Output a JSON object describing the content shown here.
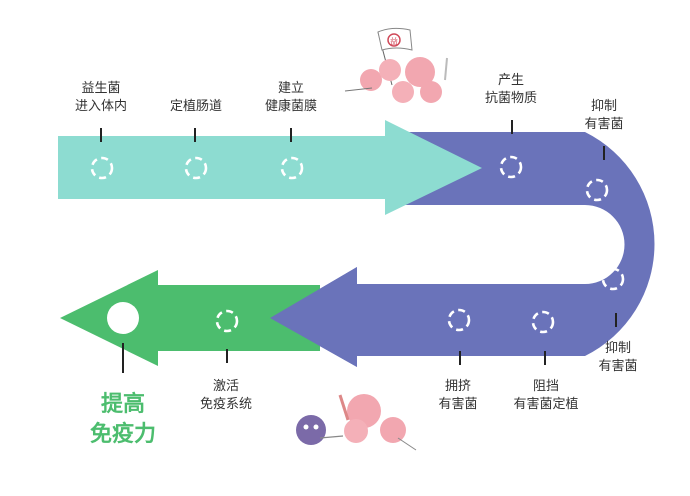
{
  "colors": {
    "teal": "#8ddcd1",
    "purple": "#6a73ba",
    "green": "#4cbd6e",
    "marker_stroke": "#ffffff",
    "goal_text": "#4cbd6e",
    "mascot_pink": "#f2a7b0",
    "mascot_purple": "#7b6aa8"
  },
  "steps": [
    {
      "id": "enter",
      "line1": "益生菌",
      "line2": "进入体内",
      "color": "teal"
    },
    {
      "id": "colonize",
      "line1": "定植肠道",
      "line2": "",
      "color": "teal"
    },
    {
      "id": "membrane",
      "line1": "建立",
      "line2": "健康菌膜",
      "color": "teal"
    },
    {
      "id": "antibacterial",
      "line1": "产生",
      "line2": "抗菌物质",
      "color": "purple"
    },
    {
      "id": "inhibit1",
      "line1": "抑制",
      "line2": "有害菌",
      "color": "purple"
    },
    {
      "id": "inhibit2",
      "line1": "抑制",
      "line2": "有害菌",
      "color": "purple"
    },
    {
      "id": "block",
      "line1": "阻挡",
      "line2": "有害菌定植",
      "color": "purple"
    },
    {
      "id": "crowd",
      "line1": "拥挤",
      "line2": "有害菌",
      "color": "purple"
    },
    {
      "id": "activate",
      "line1": "激活",
      "line2": "免疫系统",
      "color": "green"
    }
  ],
  "goal": {
    "line1": "提高",
    "line2": "免疫力"
  },
  "mascots": {
    "flag_symbol": "益",
    "top_group": "probiotic-team-with-flag",
    "bottom_group": "probiotics-fighting-harmful-bacteria"
  }
}
